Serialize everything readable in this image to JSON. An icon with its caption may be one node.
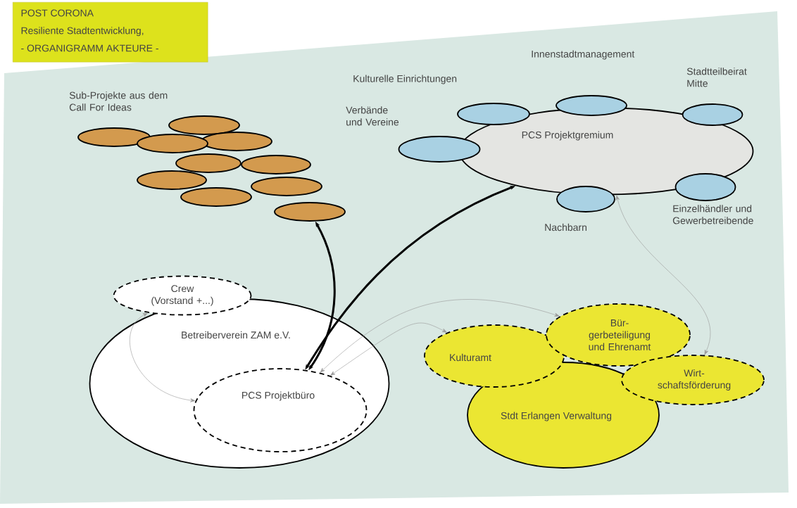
{
  "diagram": {
    "nodes": [
      {
        "text": [
          "POST CORONA",
          "Resiliente Stadtentwicklung,",
          "- ORGANIGRAMM AKTEURE -"
        ]
      },
      {
        "text": [],
        "shape": "ellipse"
      },
      {
        "text": [],
        "shape": "ellipse"
      },
      {
        "text": [],
        "shape": "ellipse"
      },
      {
        "text": [],
        "shape": "ellipse"
      },
      {
        "text": [],
        "shape": "ellipse"
      },
      {
        "text": [],
        "shape": "ellipse"
      },
      {
        "text": [],
        "shape": "ellipse"
      },
      {
        "text": [],
        "shape": "ellipse"
      },
      {
        "text": [],
        "shape": "ellipse"
      },
      {
        "text": [],
        "shape": "ellipse"
      },
      {
        "text": [
          "PCS Projektgremium"
        ]
      },
      {
        "text": [
          "Kulturelle Einrichtungen"
        ]
      },
      {
        "text": [
          "Innenstadtmanagement"
        ]
      },
      {
        "text": [
          "Stadtteilbeirat Mitte"
        ]
      },
      {
        "text": [
          "Verbände und Vereine"
        ]
      },
      {
        "text": [
          "Nachbarn"
        ]
      },
      {
        "text": [
          "Einzelhändler und Gewerbetreibende"
        ]
      },
      {
        "text": [
          "Crew (Vorstand +...)"
        ]
      },
      {
        "text": [
          "Betreiberverein ZAM e.V."
        ]
      },
      {
        "text": [
          "PCS Projektbüro"
        ],
        "in": 19
      },
      {
        "text": [
          "Stdt Erlangen Verwaltung"
        ]
      },
      {
        "text": [
          "Kulturamt"
        ]
      },
      {
        "text": [
          "Bür- gerbeteiligung und Ehrenamt"
        ]
      },
      {
        "text": [
          "Wirt- schaftsförderung"
        ]
      }
    ],
    "edges": [
      {
        "from": 10,
        "to": 20,
        "arrow": "both",
        "style": "thick",
        "color": "#000000"
      },
      {
        "from": 11,
        "to": 20,
        "arrow": "both",
        "style": "thick",
        "color": "#000000"
      },
      {
        "from": 18,
        "to": 20,
        "arrow": "both"
      },
      {
        "from": 23,
        "to": 20,
        "arrow": "both"
      },
      {
        "from": 22,
        "to": 20,
        "arrow": "both"
      },
      {
        "from": 11,
        "to": 24,
        "arrow": "both"
      }
    ],
    "labels": [
      "Sub-Projekte aus dem Call For Ideas"
    ]
  }
}
